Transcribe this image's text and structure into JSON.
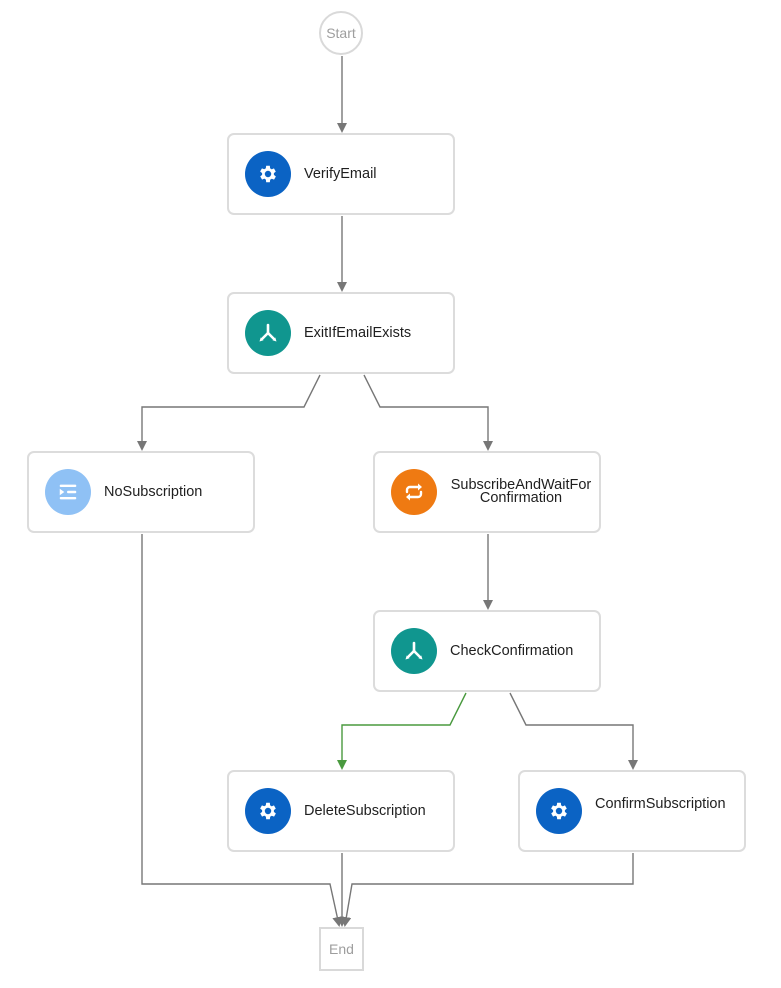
{
  "diagram": {
    "start_label": "Start",
    "end_label": "End",
    "colors": {
      "operation": "#0b63c4",
      "switch": "#10968f",
      "inject": "#8fc1f5",
      "foreach": "#ef7a12",
      "edge": "#777777",
      "edge_highlight": "#4a9a3f"
    },
    "nodes": {
      "verify_email": {
        "label": "VerifyEmail",
        "icon": "gear-icon"
      },
      "exit_if_email_exists": {
        "label": "ExitIfEmailExists",
        "icon": "switch-icon"
      },
      "no_subscription": {
        "label": "NoSubscription",
        "icon": "inject-icon"
      },
      "subscribe_and_wait": {
        "label": "SubscribeAndWaitForConfirmation",
        "icon": "loop-icon"
      },
      "check_confirmation": {
        "label": "CheckConfirmation",
        "icon": "switch-icon"
      },
      "delete_subscription": {
        "label": "DeleteSubscription",
        "icon": "gear-icon"
      },
      "confirm_subscription": {
        "label": "ConfirmSubscription",
        "icon": "gear-icon"
      }
    }
  }
}
